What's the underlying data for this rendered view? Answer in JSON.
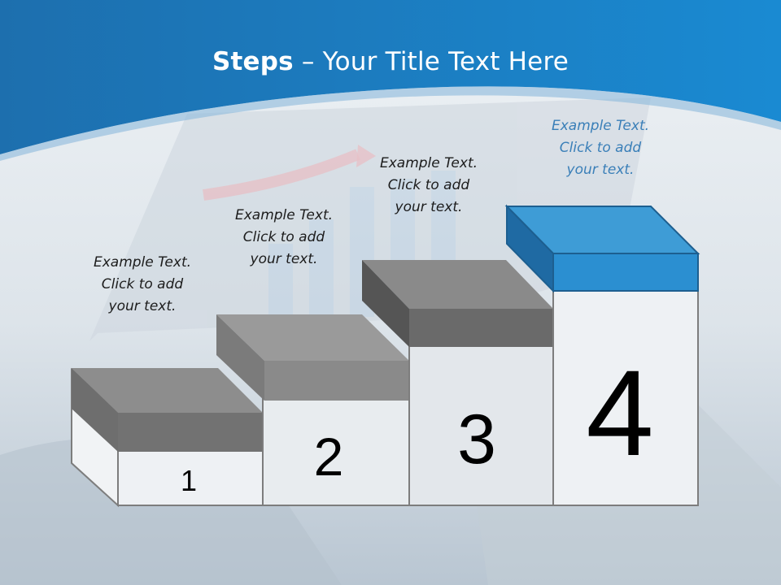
{
  "slide": {
    "title_bold": "Steps",
    "title_rest": " – Your Title Text Here"
  },
  "steps": [
    {
      "number": "1",
      "caption": [
        "Example Text.",
        "Click  to add",
        "your text."
      ]
    },
    {
      "number": "2",
      "caption": [
        "Example Text.",
        "Click  to add",
        "your text."
      ]
    },
    {
      "number": "3",
      "caption": [
        "Example Text.",
        "Click  to add",
        "your text."
      ]
    },
    {
      "number": "4",
      "caption": [
        "Example Text.",
        "Click  to add",
        "your text."
      ]
    }
  ],
  "colors": {
    "header_blue": "#1a7cc4",
    "step_gray_top": "#8a8a8a",
    "step_gray_front": "#6f6f6f",
    "step_blue_top": "#3a9bd5",
    "step_blue_front": "#2a88c8",
    "highlight_caption": "#3a7fb8"
  }
}
